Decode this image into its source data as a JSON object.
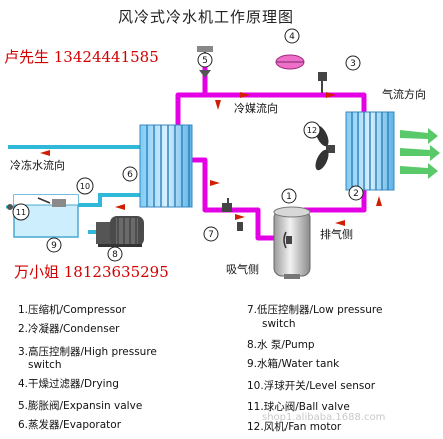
{
  "title": "风冷式冷水机工作原理图",
  "contacts": {
    "contact1": "卢先生  13424441585",
    "contact2": "万小姐  18123635295"
  },
  "labels": {
    "refrigerant_flow": "冷媒流向",
    "airflow_direction": "气流方向",
    "chilled_water_flow": "冷冻水流向",
    "exhaust_side": "排气侧",
    "suction_side": "吸气侧"
  },
  "component_numbers": [
    "1",
    "2",
    "3",
    "4",
    "5",
    "6",
    "7",
    "8",
    "9",
    "10",
    "11",
    "12"
  ],
  "legend": {
    "item1": "1.压缩机/Compressor",
    "item2": "2.冷凝器/Condenser",
    "item3a": "3.高压控制器/High pressure",
    "item3b": "switch",
    "item4": "4.干燥过滤器/Drying",
    "item5": "5.膨胀阀/Expansin valve",
    "item6": "6.蒸发器/Evaporator",
    "item7a": "7.低压控制器/Low pressure",
    "item7b": "switch",
    "item8": "8.水 泵/Pump",
    "item9": "9.水箱/Water tank",
    "item10": "10.浮球开关/Level sensor",
    "item11": "11.球心阀/Ball valve",
    "item12": "12.风机/Fan motor"
  },
  "watermark": "shop1.alibaba.1688.com",
  "colors": {
    "pipe": "#e400e4",
    "coil": "#6fc0f0",
    "water_pipe": "#2fb8d8",
    "arrow": "#d21e00",
    "air_arrow": "#3cc050",
    "contact_text": "#d40000"
  }
}
